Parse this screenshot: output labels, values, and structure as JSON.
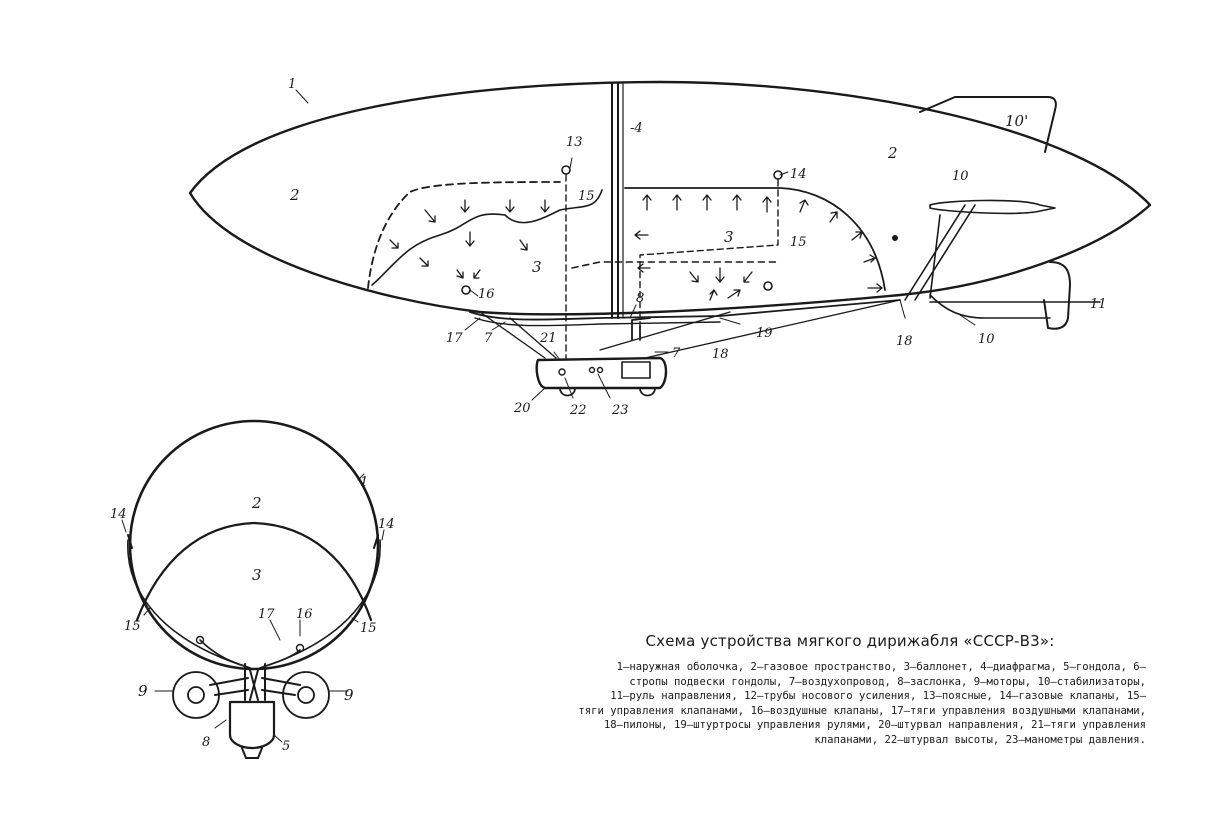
{
  "caption": {
    "title": "Схема устройства мягкого дирижабля «СССР-В3»:",
    "legend_lines": [
      "1—наружная оболочка, 2—газовое пространство, 3—баллонет, 4—диафрагма, 5—гондола, 6—",
      "стропы подвески гондолы, 7—воздухопровод, 8—заслонка, 9—моторы, 10—стабилизаторы,",
      "11—руль направления, 12—трубы носового усиления, 13—поясные, 14—газовые клапаны, 15—",
      "тяги управления клапанами, 16—воздушные клапаны, 17—тяги управления воздушными клапанами,",
      "18—пилоны, 19—штуртросы управления рулями, 20—штурвал направления, 21—тяги управления",
      "клапанами, 22—штурвал высоты, 23—манометры давления."
    ]
  },
  "side_view": {
    "labels": {
      "l1": "1",
      "l2a": "2",
      "l2b": "2",
      "l3a": "3",
      "l3b": "3",
      "l4": "-4",
      "l7a": "7",
      "l7b": "7",
      "l8": "8",
      "l10": "10",
      "l10t": "10'",
      "l10b": "10",
      "l11": "11",
      "l13": "13",
      "l14": "14",
      "l15a": "15",
      "l15b": "15",
      "l16": "16",
      "l17": "17",
      "l18a": "18",
      "l18b": "18",
      "l19": "19",
      "l20": "20",
      "l21": "21",
      "l22": "22",
      "l23": "23"
    }
  },
  "cross_section": {
    "labels": {
      "c1": "1",
      "c2": "2",
      "c3": "3",
      "c14a": "14",
      "c14b": "14",
      "c15a": "15",
      "c15b": "15",
      "c17": "17",
      "c16": "16",
      "c9a": "9",
      "c9b": "9",
      "c8": "8",
      "c5": "5"
    }
  }
}
